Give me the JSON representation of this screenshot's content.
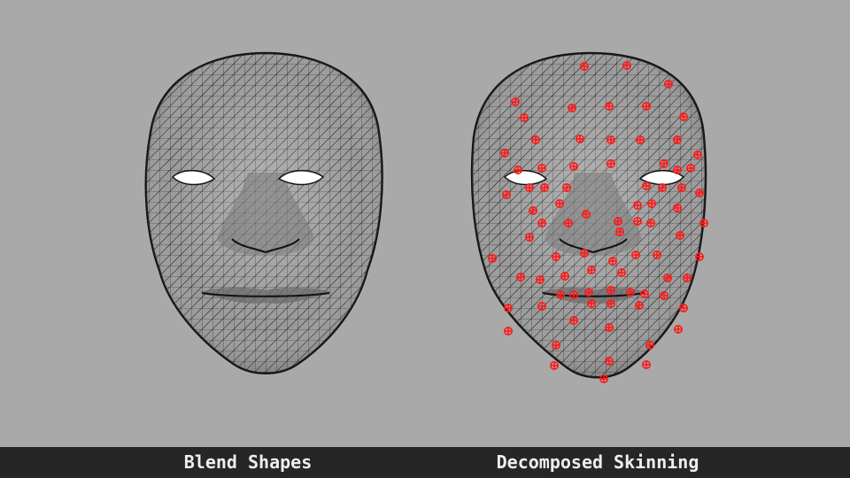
{
  "captions": {
    "left": "Blend Shapes",
    "right": "Decomposed Skinning"
  },
  "colors": {
    "background": "#a9a9a9",
    "wireframe": "#1a1a1a",
    "joint_marker": "#ff1a1a",
    "caption_bar": "#262626",
    "caption_text": "#eeeeee"
  },
  "left_face": {
    "mesh": "triangulated face wireframe",
    "markers": false
  },
  "right_face": {
    "mesh": "triangulated face wireframe",
    "markers": true,
    "marker_icon": "crosshair-circle-icon"
  }
}
